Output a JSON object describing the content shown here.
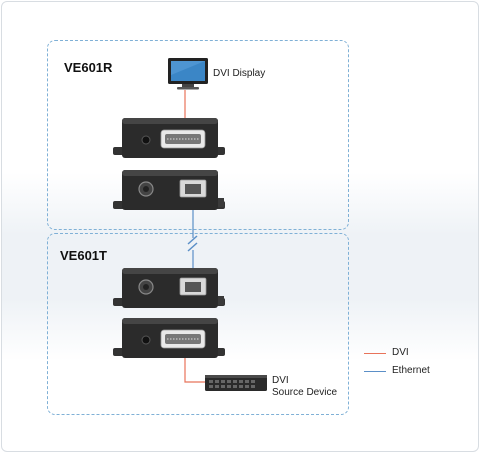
{
  "receiver": {
    "title": "VE601R"
  },
  "transmitter": {
    "title": "VE601T"
  },
  "display": {
    "label": "DVI Display"
  },
  "source": {
    "label_line1": "DVI",
    "label_line2": "Source Device"
  },
  "legend": [
    {
      "label": "DVI",
      "color": "#e8735a"
    },
    {
      "label": "Ethernet",
      "color": "#5b8fc7"
    }
  ],
  "colors": {
    "zone_border": "#7fb0d6",
    "unit_body": "#2b2b2b",
    "dvi_cable": "#e8735a",
    "ethernet_cable": "#5b8fc7"
  }
}
